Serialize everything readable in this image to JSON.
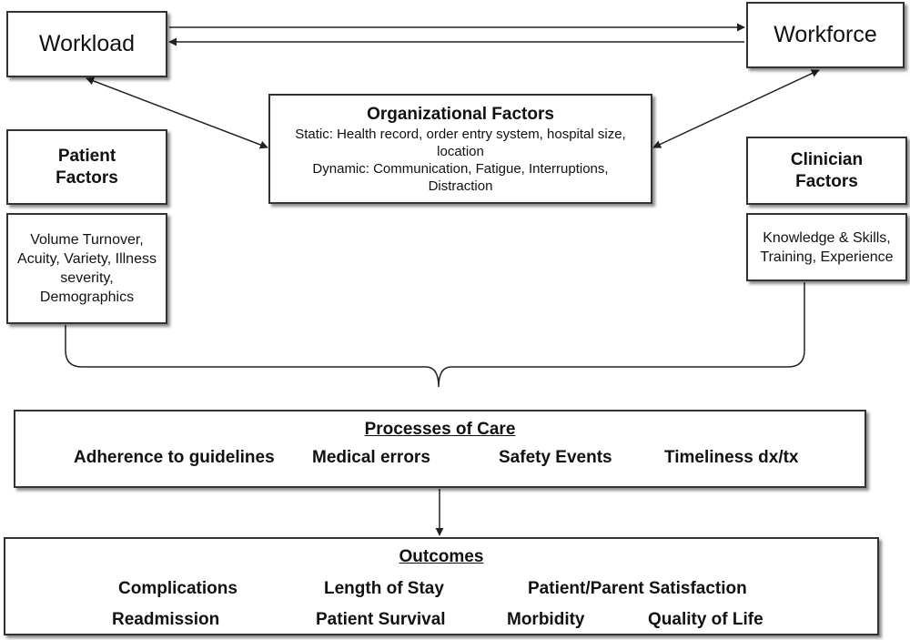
{
  "workload": {
    "label": "Workload"
  },
  "workforce": {
    "label": "Workforce"
  },
  "organizational": {
    "title": "Organizational Factors",
    "static": "Static: Health record, order entry system, hospital size, location",
    "dynamic": "Dynamic: Communication, Fatigue, Interruptions, Distraction"
  },
  "patient": {
    "title": "Patient Factors",
    "details": "Volume Turnover, Acuity, Variety, Illness severity, Demographics"
  },
  "clinician": {
    "title": "Clinician Factors",
    "details": "Knowledge & Skills, Training, Experience"
  },
  "processes": {
    "title": "Processes of Care",
    "items": [
      "Adherence to guidelines",
      "Medical errors",
      "Safety Events",
      "Timeliness dx/tx"
    ]
  },
  "outcomes": {
    "title": "Outcomes",
    "row1": [
      "Complications",
      "Length of Stay",
      "Patient/Parent Satisfaction"
    ],
    "row2": [
      "Readmission",
      "Patient Survival",
      "Morbidity",
      "Quality of Life"
    ]
  }
}
